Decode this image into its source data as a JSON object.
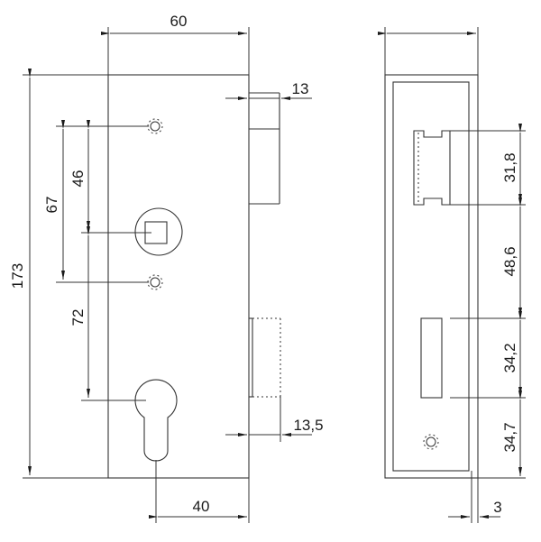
{
  "drawing": {
    "type": "technical lock body drawing",
    "views": [
      "front-view",
      "side-view"
    ],
    "front_view": {
      "width_label": "60",
      "height_label": "173",
      "hole_to_hole_label": "67",
      "hole_to_spindle_label": "46",
      "spindle_to_cylinder_label": "72",
      "bolt_projection_label": "13",
      "latch_projection_label": "13,5",
      "backset_label": "40"
    },
    "side_view": {
      "bolt_height_label": "31,8",
      "bolt_to_latch_label": "48,6",
      "latch_height_label": "34,2",
      "latch_to_bottom_label": "34,7",
      "faceplate_thickness_label": "3"
    },
    "colors": {
      "line": "#333333",
      "text": "#1a1a1a",
      "background": "#ffffff"
    }
  }
}
